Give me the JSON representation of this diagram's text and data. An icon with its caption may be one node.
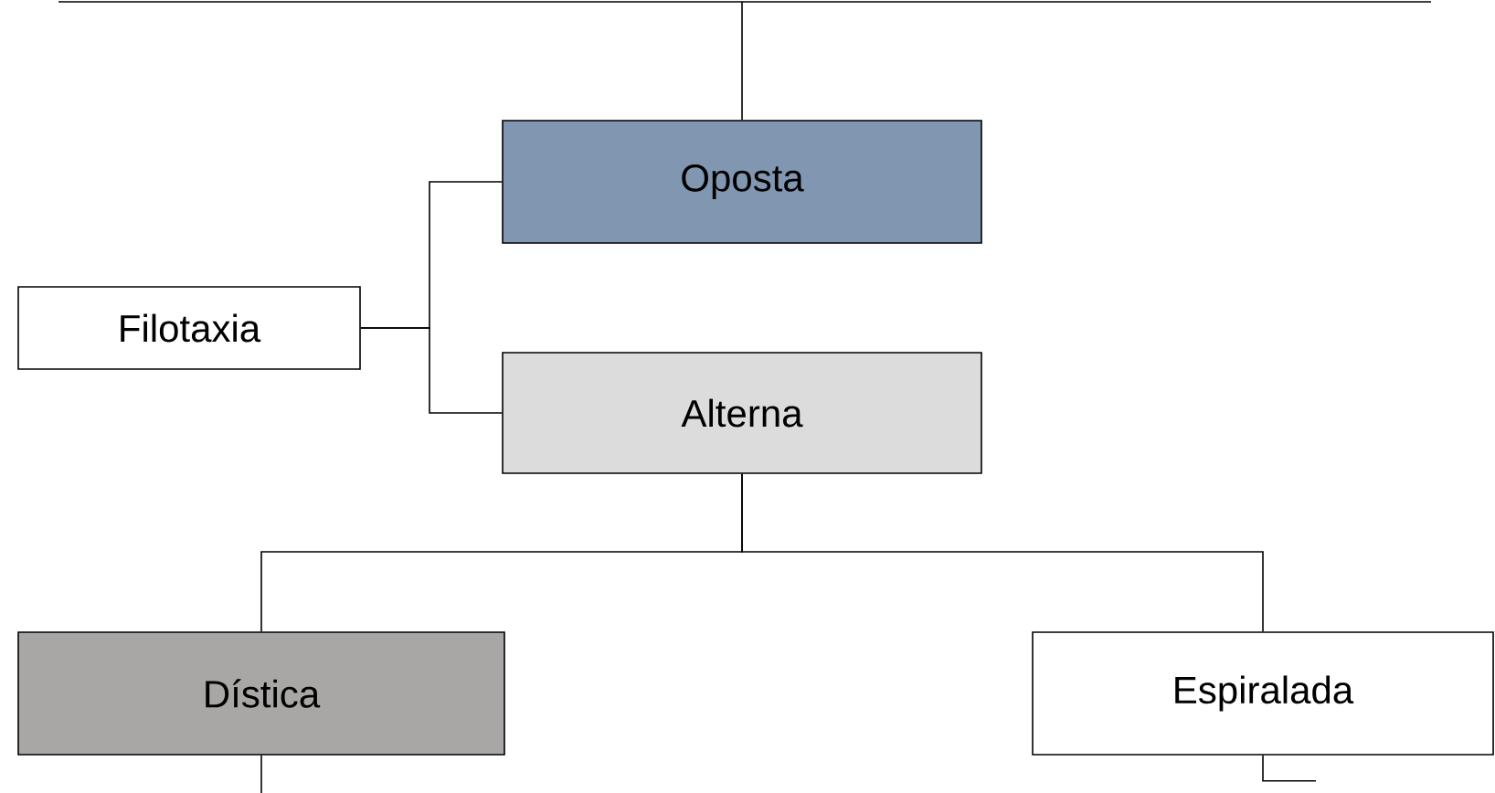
{
  "diagram": {
    "nodes": [
      {
        "text": [
          "Filotaxia"
        ]
      },
      {
        "text": [
          "Oposta"
        ]
      },
      {
        "text": [
          "Alterna"
        ]
      },
      {
        "text": [
          "Dística"
        ]
      },
      {
        "text": [
          "Espiralada"
        ]
      }
    ],
    "edges": [
      {
        "from": 0,
        "to": 1,
        "arrow": "none"
      },
      {
        "from": 0,
        "to": 2,
        "arrow": "none"
      },
      {
        "from": null,
        "to": 1,
        "arrow": "none"
      },
      {
        "from": 2,
        "to": 3,
        "arrow": "none"
      },
      {
        "from": 2,
        "to": 4,
        "arrow": "none"
      },
      {
        "from": 3,
        "to": null,
        "arrow": "none"
      },
      {
        "from": 4,
        "to": null,
        "arrow": "none"
      }
    ]
  }
}
